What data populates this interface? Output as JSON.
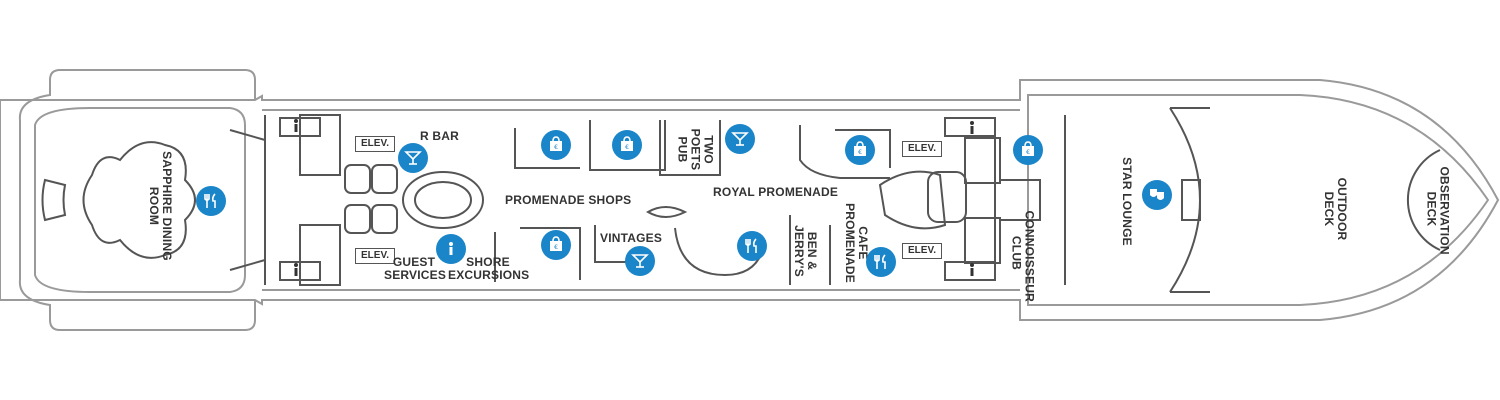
{
  "colors": {
    "outline": "#9a9a9a",
    "wall": "#555555",
    "icon_fill": "#1a85c8",
    "text": "#333333"
  },
  "labels": {
    "sapphire_dining_room": "SAPPHIRE DINING ROOM",
    "r_bar": "R BAR",
    "promenade_shops": "PROMENADE SHOPS",
    "two_poets_pub": "TWO POETS PUB",
    "royal_promenade": "ROYAL PROMENADE",
    "vintages": "VINTAGES",
    "ben_and_jerrys": "BEN & JERRY'S",
    "cafe_promenade": "CAFÉ PROMENADE",
    "guest_services": "GUEST SERVICES",
    "shore_excursions": "SHORE EXCURSIONS",
    "connoisseur_club": "CONNOISSEUR CLUB",
    "star_lounge": "STAR LOUNGE",
    "outdoor_deck": "OUTDOOR DECK",
    "observation_deck": "OBSERVATION DECK"
  },
  "elevators": {
    "label": "ELEV."
  },
  "icons": {
    "dining": "dining-icon",
    "bar": "cocktail-icon",
    "shop": "shopping-icon",
    "info": "information-icon",
    "theater": "theater-masks-icon",
    "restroom": "restroom-icon"
  }
}
